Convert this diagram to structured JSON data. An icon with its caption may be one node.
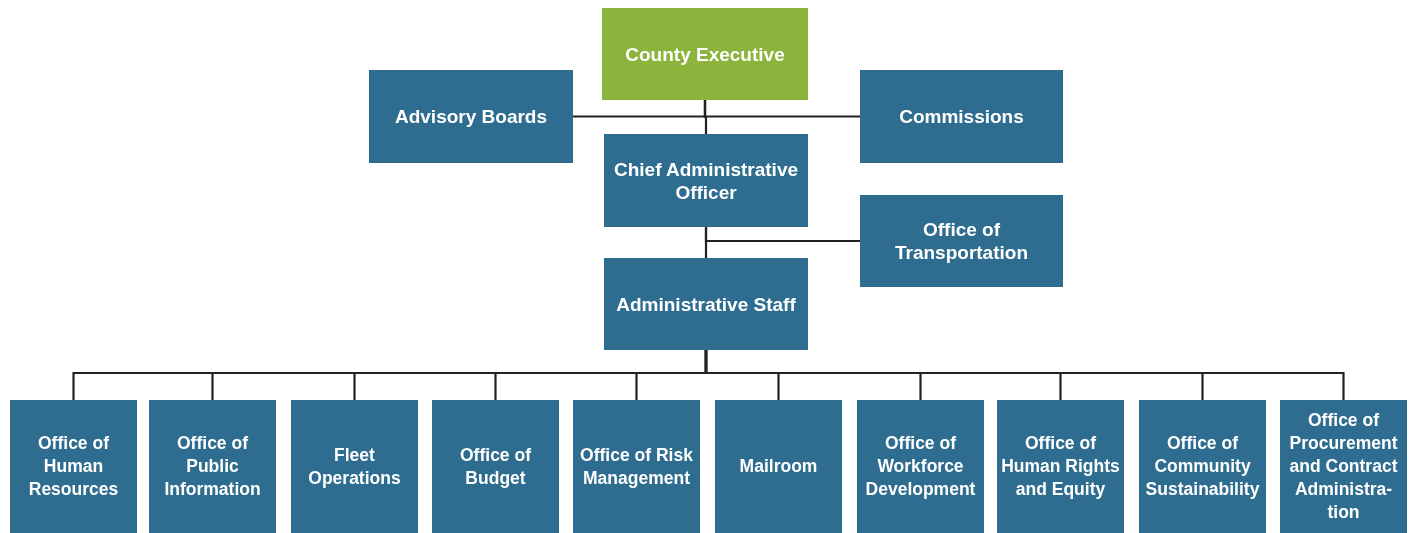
{
  "diagram": {
    "nodes": [
      {
        "text": [
          "County Executive"
        ]
      },
      {
        "text": [
          "Advisory Boards"
        ]
      },
      {
        "text": [
          "Commissions"
        ]
      },
      {
        "text": [
          "Chief Administrative Officer"
        ]
      },
      {
        "text": [
          "Office of Transportation"
        ]
      },
      {
        "text": [
          "Administrative Staff"
        ]
      },
      {
        "text": [
          "Office of Human Resources"
        ]
      },
      {
        "text": [
          "Office of Public Information"
        ]
      },
      {
        "text": [
          "Fleet Operations"
        ]
      },
      {
        "text": [
          "Office of Budget"
        ]
      },
      {
        "text": [
          "Office of Risk Management"
        ]
      },
      {
        "text": [
          "Mailroom"
        ]
      },
      {
        "text": [
          "Office of Workforce Development"
        ]
      },
      {
        "text": [
          "Office of Human Rights and Equity"
        ]
      },
      {
        "text": [
          "Office of Community Sustainability"
        ]
      },
      {
        "text": [
          "Office of Procurement and Contract Administra- tion"
        ]
      }
    ],
    "edges": [
      {
        "from": 0,
        "to": 1,
        "arrow": "none"
      },
      {
        "from": 0,
        "to": 2,
        "arrow": "none"
      },
      {
        "from": 0,
        "to": 3,
        "arrow": "none"
      },
      {
        "from": 3,
        "to": 4,
        "arrow": "none"
      },
      {
        "from": 3,
        "to": 5,
        "arrow": "none"
      },
      {
        "from": 5,
        "to": 6,
        "arrow": "none"
      },
      {
        "from": 5,
        "to": 7,
        "arrow": "none"
      },
      {
        "from": 5,
        "to": 8,
        "arrow": "none"
      },
      {
        "from": 5,
        "to": 9,
        "arrow": "none"
      },
      {
        "from": 5,
        "to": 10,
        "arrow": "none"
      },
      {
        "from": 5,
        "to": 11,
        "arrow": "none"
      },
      {
        "from": 5,
        "to": 12,
        "arrow": "none"
      },
      {
        "from": 5,
        "to": 13,
        "arrow": "none"
      },
      {
        "from": 5,
        "to": 14,
        "arrow": "none"
      },
      {
        "from": 5,
        "to": 15,
        "arrow": "none"
      }
    ]
  }
}
